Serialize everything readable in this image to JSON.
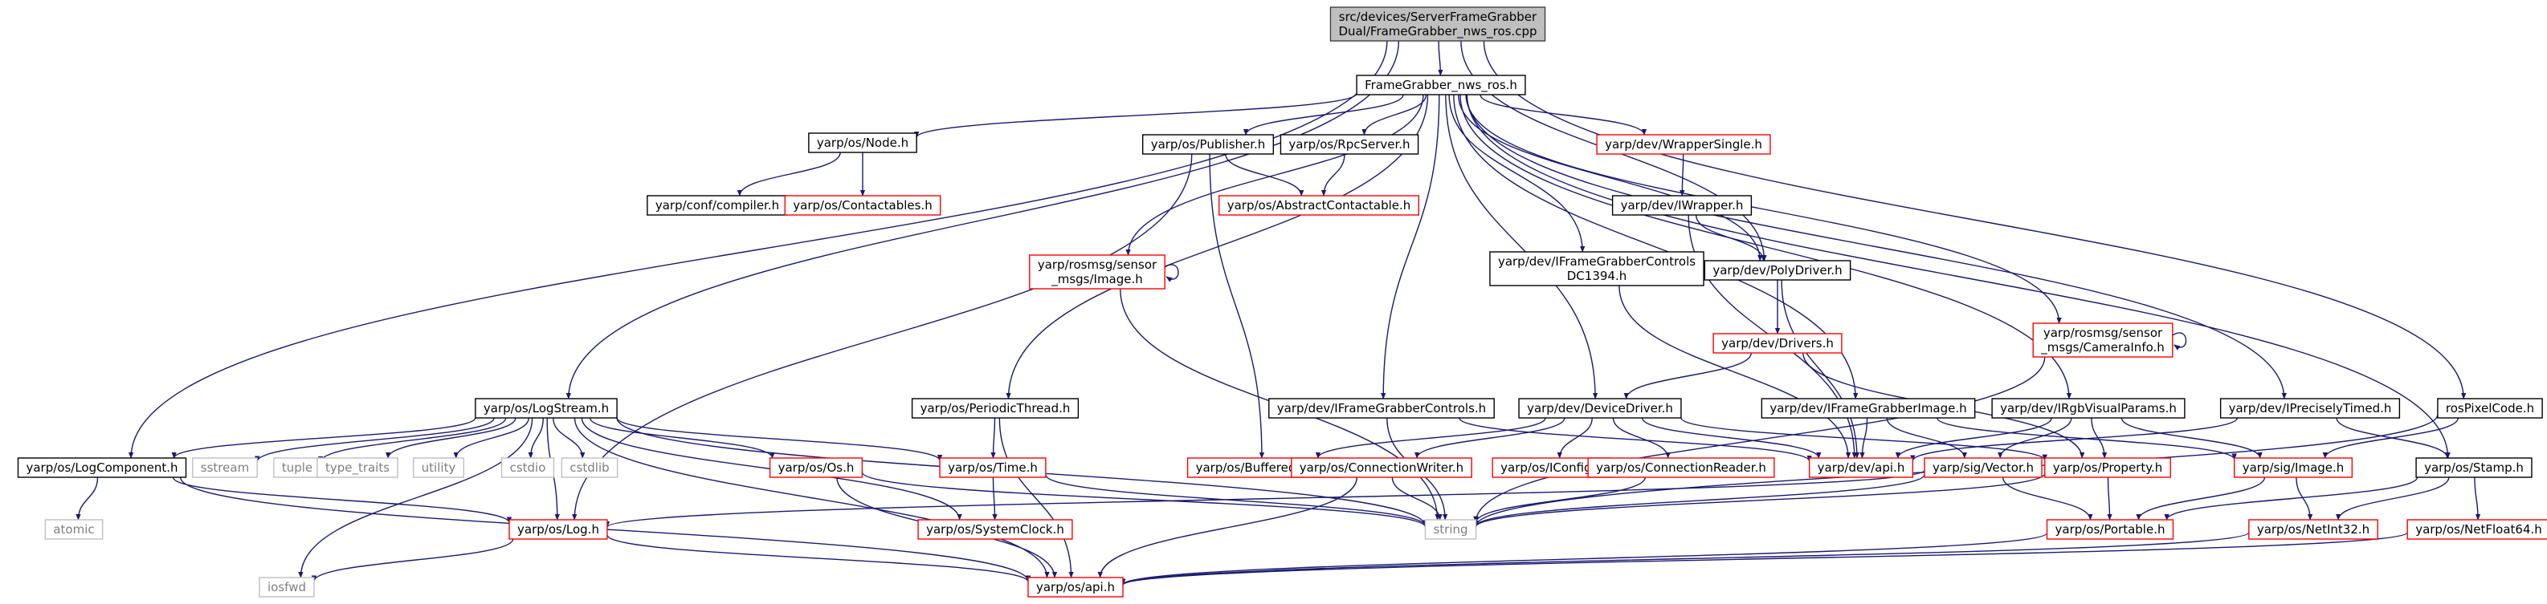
{
  "colors": {
    "edge": "#191970",
    "root_fill": "#bfbfbf",
    "root_border": "#404040",
    "documented_border": "#000000",
    "undocumented_border": "#ff0000",
    "system_border": "#bfbfbf",
    "system_text": "#7f7f7f",
    "text": "#000000"
  },
  "nodes": [
    {
      "id": "root",
      "kind": "root",
      "lines": [
        "src/devices/ServerFrameGrabber",
        "Dual/FrameGrabber_nws_ros.cpp"
      ]
    },
    {
      "id": "fg_nws_ros_h",
      "kind": "documented",
      "lines": [
        "FrameGrabber_nws_ros.h"
      ]
    },
    {
      "id": "logstream",
      "kind": "documented",
      "lines": [
        "yarp/os/LogStream.h"
      ]
    },
    {
      "id": "node_h",
      "kind": "documented",
      "lines": [
        "yarp/os/Node.h"
      ]
    },
    {
      "id": "publisher_h",
      "kind": "documented",
      "lines": [
        "yarp/os/Publisher.h"
      ]
    },
    {
      "id": "rpcserver_h",
      "kind": "documented",
      "lines": [
        "yarp/os/RpcServer.h"
      ]
    },
    {
      "id": "wrappersingle_h",
      "kind": "undocumented",
      "lines": [
        "yarp/dev/WrapperSingle.h"
      ]
    },
    {
      "id": "conf_compiler",
      "kind": "documented",
      "lines": [
        "yarp/conf/compiler.h"
      ]
    },
    {
      "id": "contactables",
      "kind": "undocumented",
      "lines": [
        "yarp/os/Contactables.h"
      ]
    },
    {
      "id": "abstractcontactable",
      "kind": "undocumented",
      "lines": [
        "yarp/os/AbstractContactable.h"
      ]
    },
    {
      "id": "iwrapper",
      "kind": "documented",
      "lines": [
        "yarp/dev/IWrapper.h"
      ]
    },
    {
      "id": "rosmsg_image",
      "kind": "undocumented",
      "lines": [
        "yarp/rosmsg/sensor",
        "_msgs/Image.h"
      ]
    },
    {
      "id": "ifg_1394",
      "kind": "documented",
      "lines": [
        "yarp/dev/IFrameGrabberControls",
        "DC1394.h"
      ]
    },
    {
      "id": "polydriver",
      "kind": "documented",
      "lines": [
        "yarp/dev/PolyDriver.h"
      ]
    },
    {
      "id": "drivers_h",
      "kind": "undocumented",
      "lines": [
        "yarp/dev/Drivers.h"
      ]
    },
    {
      "id": "rosmsg_caminfo",
      "kind": "undocumented",
      "lines": [
        "yarp/rosmsg/sensor",
        "_msgs/CameraInfo.h"
      ]
    },
    {
      "id": "periodicthread",
      "kind": "documented",
      "lines": [
        "yarp/os/PeriodicThread.h"
      ]
    },
    {
      "id": "ifgcontrols",
      "kind": "documented",
      "lines": [
        "yarp/dev/IFrameGrabberControls.h"
      ]
    },
    {
      "id": "devicedriver",
      "kind": "documented",
      "lines": [
        "yarp/dev/DeviceDriver.h"
      ]
    },
    {
      "id": "ifgimage",
      "kind": "documented",
      "lines": [
        "yarp/dev/IFrameGrabberImage.h"
      ]
    },
    {
      "id": "irgbvisual",
      "kind": "documented",
      "lines": [
        "yarp/dev/IRgbVisualParams.h"
      ]
    },
    {
      "id": "iprecisely",
      "kind": "documented",
      "lines": [
        "yarp/dev/IPreciselyTimed.h"
      ]
    },
    {
      "id": "rospixelcode",
      "kind": "documented",
      "lines": [
        "rosPixelCode.h"
      ]
    },
    {
      "id": "logcomponent",
      "kind": "documented",
      "lines": [
        "yarp/os/LogComponent.h"
      ]
    },
    {
      "id": "sstream",
      "kind": "system",
      "lines": [
        "sstream"
      ]
    },
    {
      "id": "tuple",
      "kind": "system",
      "lines": [
        "tuple"
      ]
    },
    {
      "id": "type_traits",
      "kind": "system",
      "lines": [
        "type_traits"
      ]
    },
    {
      "id": "utility",
      "kind": "system",
      "lines": [
        "utility"
      ]
    },
    {
      "id": "cstdio",
      "kind": "system",
      "lines": [
        "cstdio"
      ]
    },
    {
      "id": "cstdlib",
      "kind": "system",
      "lines": [
        "cstdlib"
      ]
    },
    {
      "id": "os_h",
      "kind": "undocumented",
      "lines": [
        "yarp/os/Os.h"
      ]
    },
    {
      "id": "time_h",
      "kind": "undocumented",
      "lines": [
        "yarp/os/Time.h"
      ]
    },
    {
      "id": "bufferedport",
      "kind": "undocumented",
      "lines": [
        "yarp/os/BufferedPort.h"
      ]
    },
    {
      "id": "connwriter",
      "kind": "undocumented",
      "lines": [
        "yarp/os/ConnectionWriter.h"
      ]
    },
    {
      "id": "iconfig",
      "kind": "undocumented",
      "lines": [
        "yarp/os/IConfig.h"
      ]
    },
    {
      "id": "connreader",
      "kind": "undocumented",
      "lines": [
        "yarp/os/ConnectionReader.h"
      ]
    },
    {
      "id": "dev_api",
      "kind": "undocumented",
      "lines": [
        "yarp/dev/api.h"
      ]
    },
    {
      "id": "sig_vector",
      "kind": "undocumented",
      "lines": [
        "yarp/sig/Vector.h"
      ]
    },
    {
      "id": "property_h",
      "kind": "undocumented",
      "lines": [
        "yarp/os/Property.h"
      ]
    },
    {
      "id": "sig_image",
      "kind": "undocumented",
      "lines": [
        "yarp/sig/Image.h"
      ]
    },
    {
      "id": "stamp_h",
      "kind": "documented",
      "lines": [
        "yarp/os/Stamp.h"
      ]
    },
    {
      "id": "atomic",
      "kind": "system",
      "lines": [
        "atomic"
      ]
    },
    {
      "id": "log_h",
      "kind": "undocumented",
      "lines": [
        "yarp/os/Log.h"
      ]
    },
    {
      "id": "systemclock",
      "kind": "undocumented",
      "lines": [
        "yarp/os/SystemClock.h"
      ]
    },
    {
      "id": "string",
      "kind": "system",
      "lines": [
        "string"
      ]
    },
    {
      "id": "portable_h",
      "kind": "undocumented",
      "lines": [
        "yarp/os/Portable.h"
      ]
    },
    {
      "id": "netint32",
      "kind": "undocumented",
      "lines": [
        "yarp/os/NetInt32.h"
      ]
    },
    {
      "id": "netfloat64",
      "kind": "undocumented",
      "lines": [
        "yarp/os/NetFloat64.h"
      ]
    },
    {
      "id": "iosfwd",
      "kind": "system",
      "lines": [
        "iosfwd"
      ]
    },
    {
      "id": "os_api",
      "kind": "undocumented",
      "lines": [
        "yarp/os/api.h"
      ]
    }
  ],
  "edges": [
    [
      "root",
      "fg_nws_ros_h"
    ],
    [
      "root",
      "logstream"
    ],
    [
      "root",
      "logcomponent"
    ],
    [
      "root",
      "polydriver"
    ],
    [
      "root",
      "rospixelcode"
    ],
    [
      "fg_nws_ros_h",
      "node_h"
    ],
    [
      "fg_nws_ros_h",
      "publisher_h"
    ],
    [
      "fg_nws_ros_h",
      "rpcserver_h"
    ],
    [
      "fg_nws_ros_h",
      "wrappersingle_h"
    ],
    [
      "fg_nws_ros_h",
      "rosmsg_image"
    ],
    [
      "fg_nws_ros_h",
      "periodicthread"
    ],
    [
      "fg_nws_ros_h",
      "ifgcontrols"
    ],
    [
      "fg_nws_ros_h",
      "devicedriver"
    ],
    [
      "fg_nws_ros_h",
      "ifg_1394"
    ],
    [
      "fg_nws_ros_h",
      "polydriver"
    ],
    [
      "fg_nws_ros_h",
      "ifgimage"
    ],
    [
      "fg_nws_ros_h",
      "irgbvisual"
    ],
    [
      "fg_nws_ros_h",
      "rosmsg_caminfo"
    ],
    [
      "fg_nws_ros_h",
      "iprecisely"
    ],
    [
      "fg_nws_ros_h",
      "stamp_h"
    ],
    [
      "node_h",
      "conf_compiler"
    ],
    [
      "node_h",
      "contactables"
    ],
    [
      "publisher_h",
      "abstractcontactable"
    ],
    [
      "publisher_h",
      "bufferedport"
    ],
    [
      "publisher_h",
      "log_h"
    ],
    [
      "rpcserver_h",
      "abstractcontactable"
    ],
    [
      "wrappersingle_h",
      "iwrapper"
    ],
    [
      "iwrapper",
      "polydriver"
    ],
    [
      "iwrapper",
      "dev_api"
    ],
    [
      "polydriver",
      "drivers_h"
    ],
    [
      "polydriver",
      "dev_api"
    ],
    [
      "drivers_h",
      "devicedriver"
    ],
    [
      "drivers_h",
      "property_h"
    ],
    [
      "rosmsg_image",
      "rosmsg_image"
    ],
    [
      "rosmsg_image",
      "string"
    ],
    [
      "rosmsg_caminfo",
      "rosmsg_caminfo"
    ],
    [
      "rosmsg_caminfo",
      "string"
    ],
    [
      "ifg_1394",
      "dev_api"
    ],
    [
      "periodicthread",
      "time_h"
    ],
    [
      "periodicthread",
      "os_api"
    ],
    [
      "ifgcontrols",
      "dev_api"
    ],
    [
      "ifgcontrols",
      "string"
    ],
    [
      "devicedriver",
      "bufferedport"
    ],
    [
      "devicedriver",
      "connwriter"
    ],
    [
      "devicedriver",
      "iconfig"
    ],
    [
      "devicedriver",
      "connreader"
    ],
    [
      "devicedriver",
      "dev_api"
    ],
    [
      "devicedriver",
      "property_h"
    ],
    [
      "ifgimage",
      "dev_api"
    ],
    [
      "ifgimage",
      "sig_vector"
    ],
    [
      "ifgimage",
      "sig_image"
    ],
    [
      "irgbvisual",
      "dev_api"
    ],
    [
      "irgbvisual",
      "sig_vector"
    ],
    [
      "irgbvisual",
      "property_h"
    ],
    [
      "irgbvisual",
      "sig_image"
    ],
    [
      "iprecisely",
      "dev_api"
    ],
    [
      "iprecisely",
      "stamp_h"
    ],
    [
      "rospixelcode",
      "sig_image"
    ],
    [
      "rospixelcode",
      "string"
    ],
    [
      "logstream",
      "logcomponent"
    ],
    [
      "logstream",
      "sstream"
    ],
    [
      "logstream",
      "tuple"
    ],
    [
      "logstream",
      "type_traits"
    ],
    [
      "logstream",
      "utility"
    ],
    [
      "logstream",
      "cstdio"
    ],
    [
      "logstream",
      "cstdlib"
    ],
    [
      "logstream",
      "os_h"
    ],
    [
      "logstream",
      "time_h"
    ],
    [
      "logstream",
      "log_h"
    ],
    [
      "logstream",
      "systemclock"
    ],
    [
      "logstream",
      "string"
    ],
    [
      "logstream",
      "os_api"
    ],
    [
      "logstream",
      "iosfwd"
    ],
    [
      "logcomponent",
      "atomic"
    ],
    [
      "logcomponent",
      "log_h"
    ],
    [
      "logcomponent",
      "os_api"
    ],
    [
      "os_h",
      "string"
    ],
    [
      "os_h",
      "os_api"
    ],
    [
      "time_h",
      "systemclock"
    ],
    [
      "time_h",
      "string"
    ],
    [
      "connwriter",
      "string"
    ],
    [
      "connwriter",
      "os_api"
    ],
    [
      "connreader",
      "string"
    ],
    [
      "sig_vector",
      "log_h"
    ],
    [
      "sig_vector",
      "portable_h"
    ],
    [
      "sig_vector",
      "string"
    ],
    [
      "property_h",
      "portable_h"
    ],
    [
      "property_h",
      "string"
    ],
    [
      "sig_image",
      "portable_h"
    ],
    [
      "sig_image",
      "netint32"
    ],
    [
      "stamp_h",
      "portable_h"
    ],
    [
      "stamp_h",
      "netint32"
    ],
    [
      "stamp_h",
      "netfloat64"
    ],
    [
      "log_h",
      "iosfwd"
    ],
    [
      "log_h",
      "os_api"
    ],
    [
      "portable_h",
      "os_api"
    ],
    [
      "netint32",
      "os_api"
    ],
    [
      "netfloat64",
      "os_api"
    ]
  ]
}
